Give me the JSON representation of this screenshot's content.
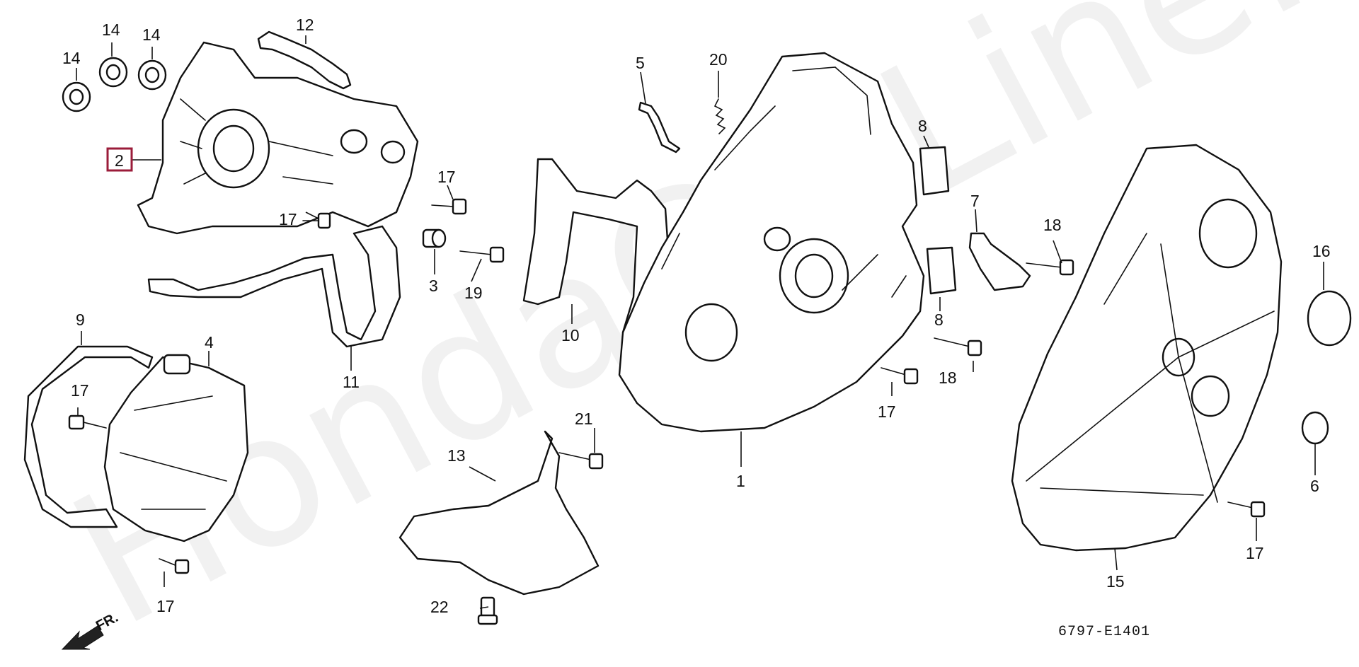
{
  "watermark": "HondaCarLine.ru",
  "diagram_code": "6797-E1401",
  "front_label": "FR.",
  "highlight_color": "#9b1c3a",
  "callouts": {
    "c1": "1",
    "c2": "2",
    "c3": "3",
    "c4": "4",
    "c5": "5",
    "c6": "6",
    "c7": "7",
    "c8a": "8",
    "c8b": "8",
    "c9": "9",
    "c10": "10",
    "c11": "11",
    "c12": "12",
    "c13": "13",
    "c14a": "14",
    "c14b": "14",
    "c14c": "14",
    "c15": "15",
    "c16": "16",
    "c17a": "17",
    "c17b": "17",
    "c17c": "17",
    "c17d": "17",
    "c17e": "17",
    "c17f": "17",
    "c18a": "18",
    "c18b": "18",
    "c19": "19",
    "c20": "20",
    "c21": "21",
    "c22": "22"
  }
}
